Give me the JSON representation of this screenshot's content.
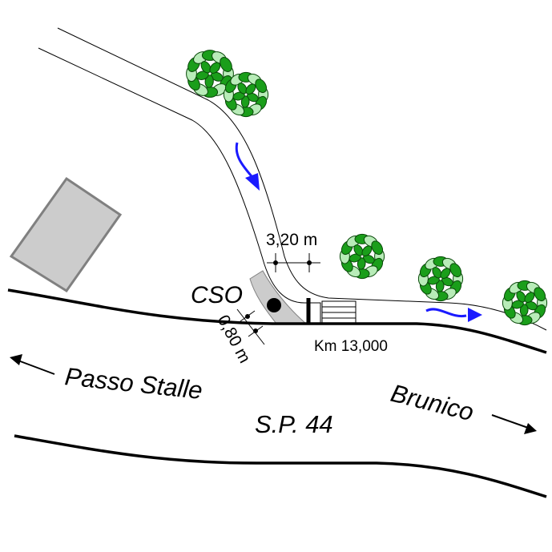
{
  "labels": {
    "width_measure": "3,20 m",
    "cso": "CSO",
    "offset_measure": "0,80 m",
    "km_marker": "Km 13,000",
    "direction_left": "Passo Stalle",
    "direction_right": "Brunico",
    "road_name": "S.P. 44"
  },
  "colors": {
    "road_edge": "#000000",
    "path_edge": "#000000",
    "building_fill": "#cccccc",
    "building_stroke": "#808080",
    "flow_arrow": "#1a1aff",
    "tree_fill": "#1a9e1a",
    "tree_light": "#b8ecb8",
    "tree_stroke": "#0a4a0a",
    "cso_area": "#cccccc"
  },
  "icons": {
    "tree": "tree-icon",
    "flow": "flow-arrow-icon",
    "cso_point": "cso-point-icon",
    "direction": "direction-arrow-icon"
  }
}
